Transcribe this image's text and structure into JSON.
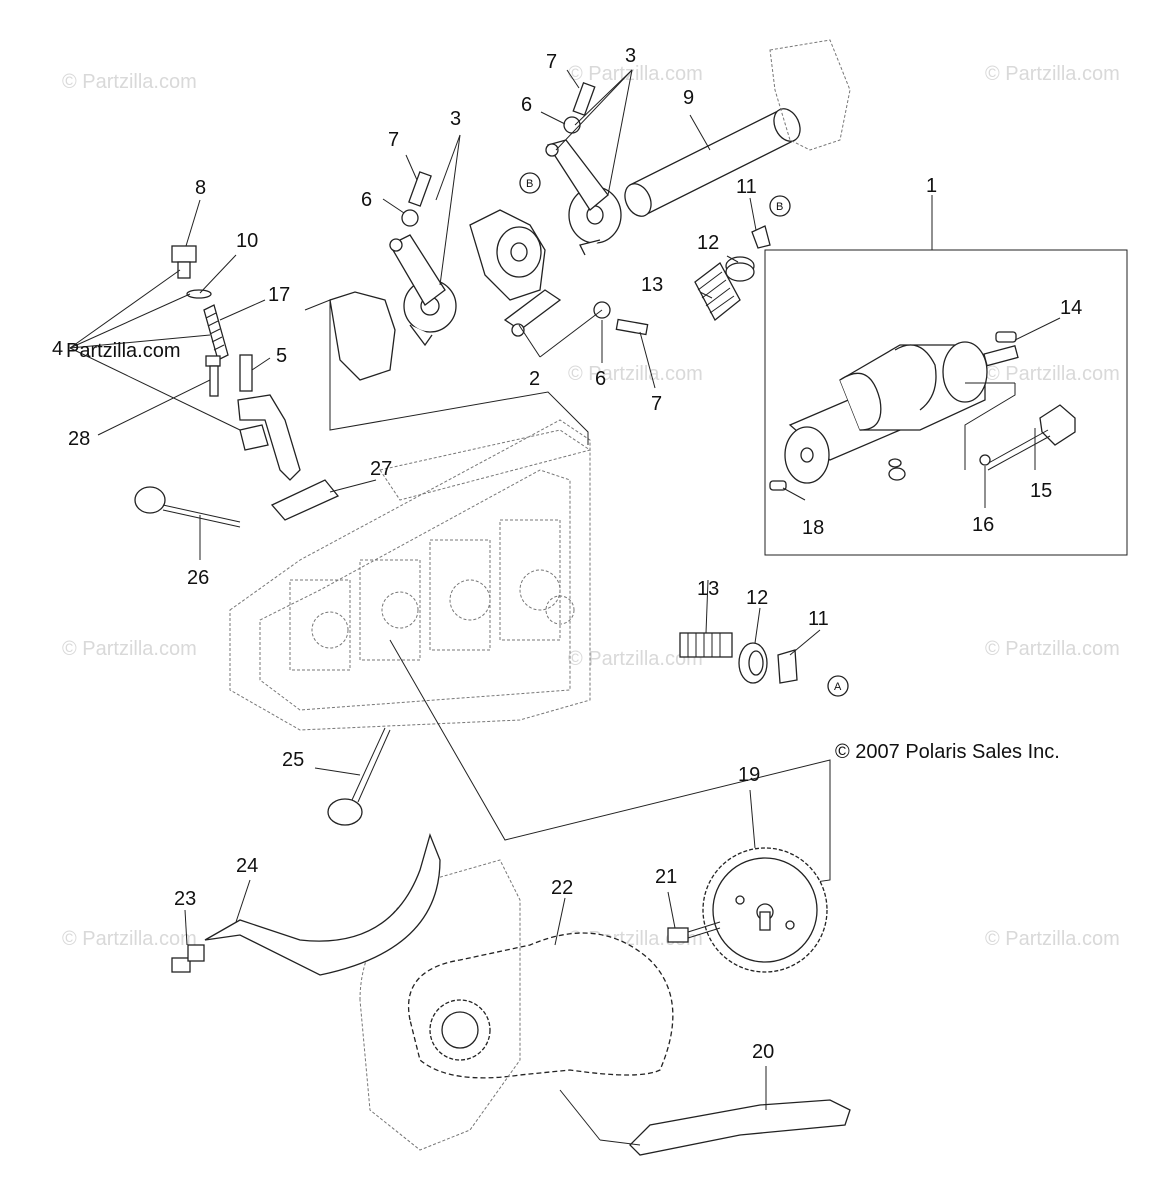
{
  "watermark": "© Partzilla.com",
  "watermark_overlay": "Partzilla.com",
  "copyright": "© 2007 Polaris Sales Inc.",
  "callouts": {
    "c1": "1",
    "c2": "2",
    "c3a": "3",
    "c3b": "3",
    "c4": "4",
    "c5": "5",
    "c6a": "6",
    "c6b": "6",
    "c6c": "6",
    "c7a": "7",
    "c7b": "7",
    "c7c": "7",
    "c8": "8",
    "c9": "9",
    "c10": "10",
    "c11a": "11",
    "c11b": "11",
    "c12a": "12",
    "c12b": "12",
    "c13a": "13",
    "c13b": "13",
    "c14": "14",
    "c15": "15",
    "c16": "16",
    "c17": "17",
    "c18": "18",
    "c19": "19",
    "c20": "20",
    "c21": "21",
    "c22": "22",
    "c23": "23",
    "c24": "24",
    "c25": "25",
    "c26": "26",
    "c27": "27",
    "c28": "28"
  },
  "markers": {
    "a": "A",
    "b1": "B",
    "b2": "B"
  }
}
